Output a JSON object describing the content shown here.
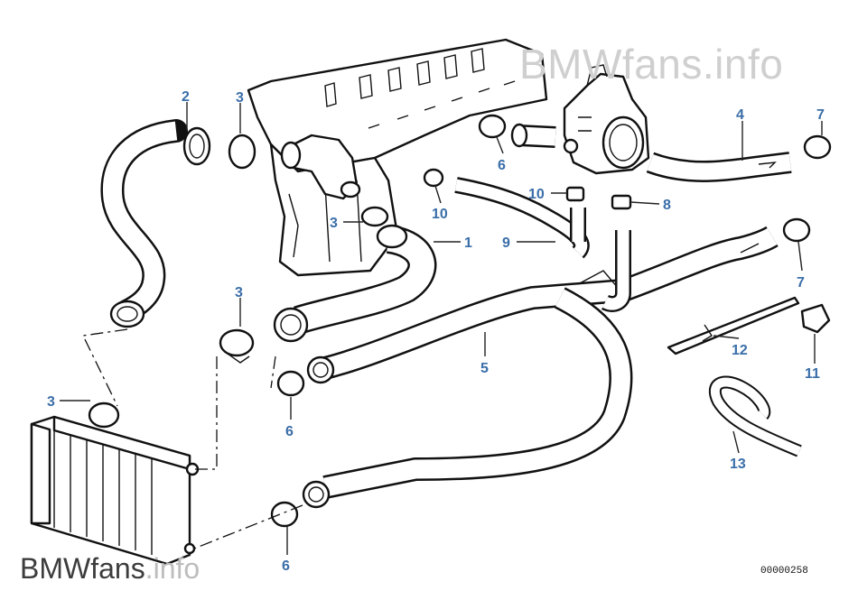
{
  "watermark": {
    "top": "BMWfans.info",
    "bottom_main": "BMWfans",
    "bottom_tld": ".info"
  },
  "diagram_id": "00000258",
  "callouts": [
    {
      "key": "c2",
      "label": "2"
    },
    {
      "key": "c3a",
      "label": "3"
    },
    {
      "key": "c3b",
      "label": "3"
    },
    {
      "key": "c3c",
      "label": "3"
    },
    {
      "key": "c3d",
      "label": "3"
    },
    {
      "key": "c1",
      "label": "1"
    },
    {
      "key": "c4",
      "label": "4"
    },
    {
      "key": "c7a",
      "label": "7"
    },
    {
      "key": "c6a",
      "label": "6"
    },
    {
      "key": "c10a",
      "label": "10"
    },
    {
      "key": "c10b",
      "label": "10"
    },
    {
      "key": "c8",
      "label": "8"
    },
    {
      "key": "c9",
      "label": "9"
    },
    {
      "key": "c7b",
      "label": "7"
    },
    {
      "key": "c5",
      "label": "5"
    },
    {
      "key": "c6b",
      "label": "6"
    },
    {
      "key": "c12",
      "label": "12"
    },
    {
      "key": "c11",
      "label": "11"
    },
    {
      "key": "c13",
      "label": "13"
    },
    {
      "key": "c6c",
      "label": "6"
    }
  ]
}
